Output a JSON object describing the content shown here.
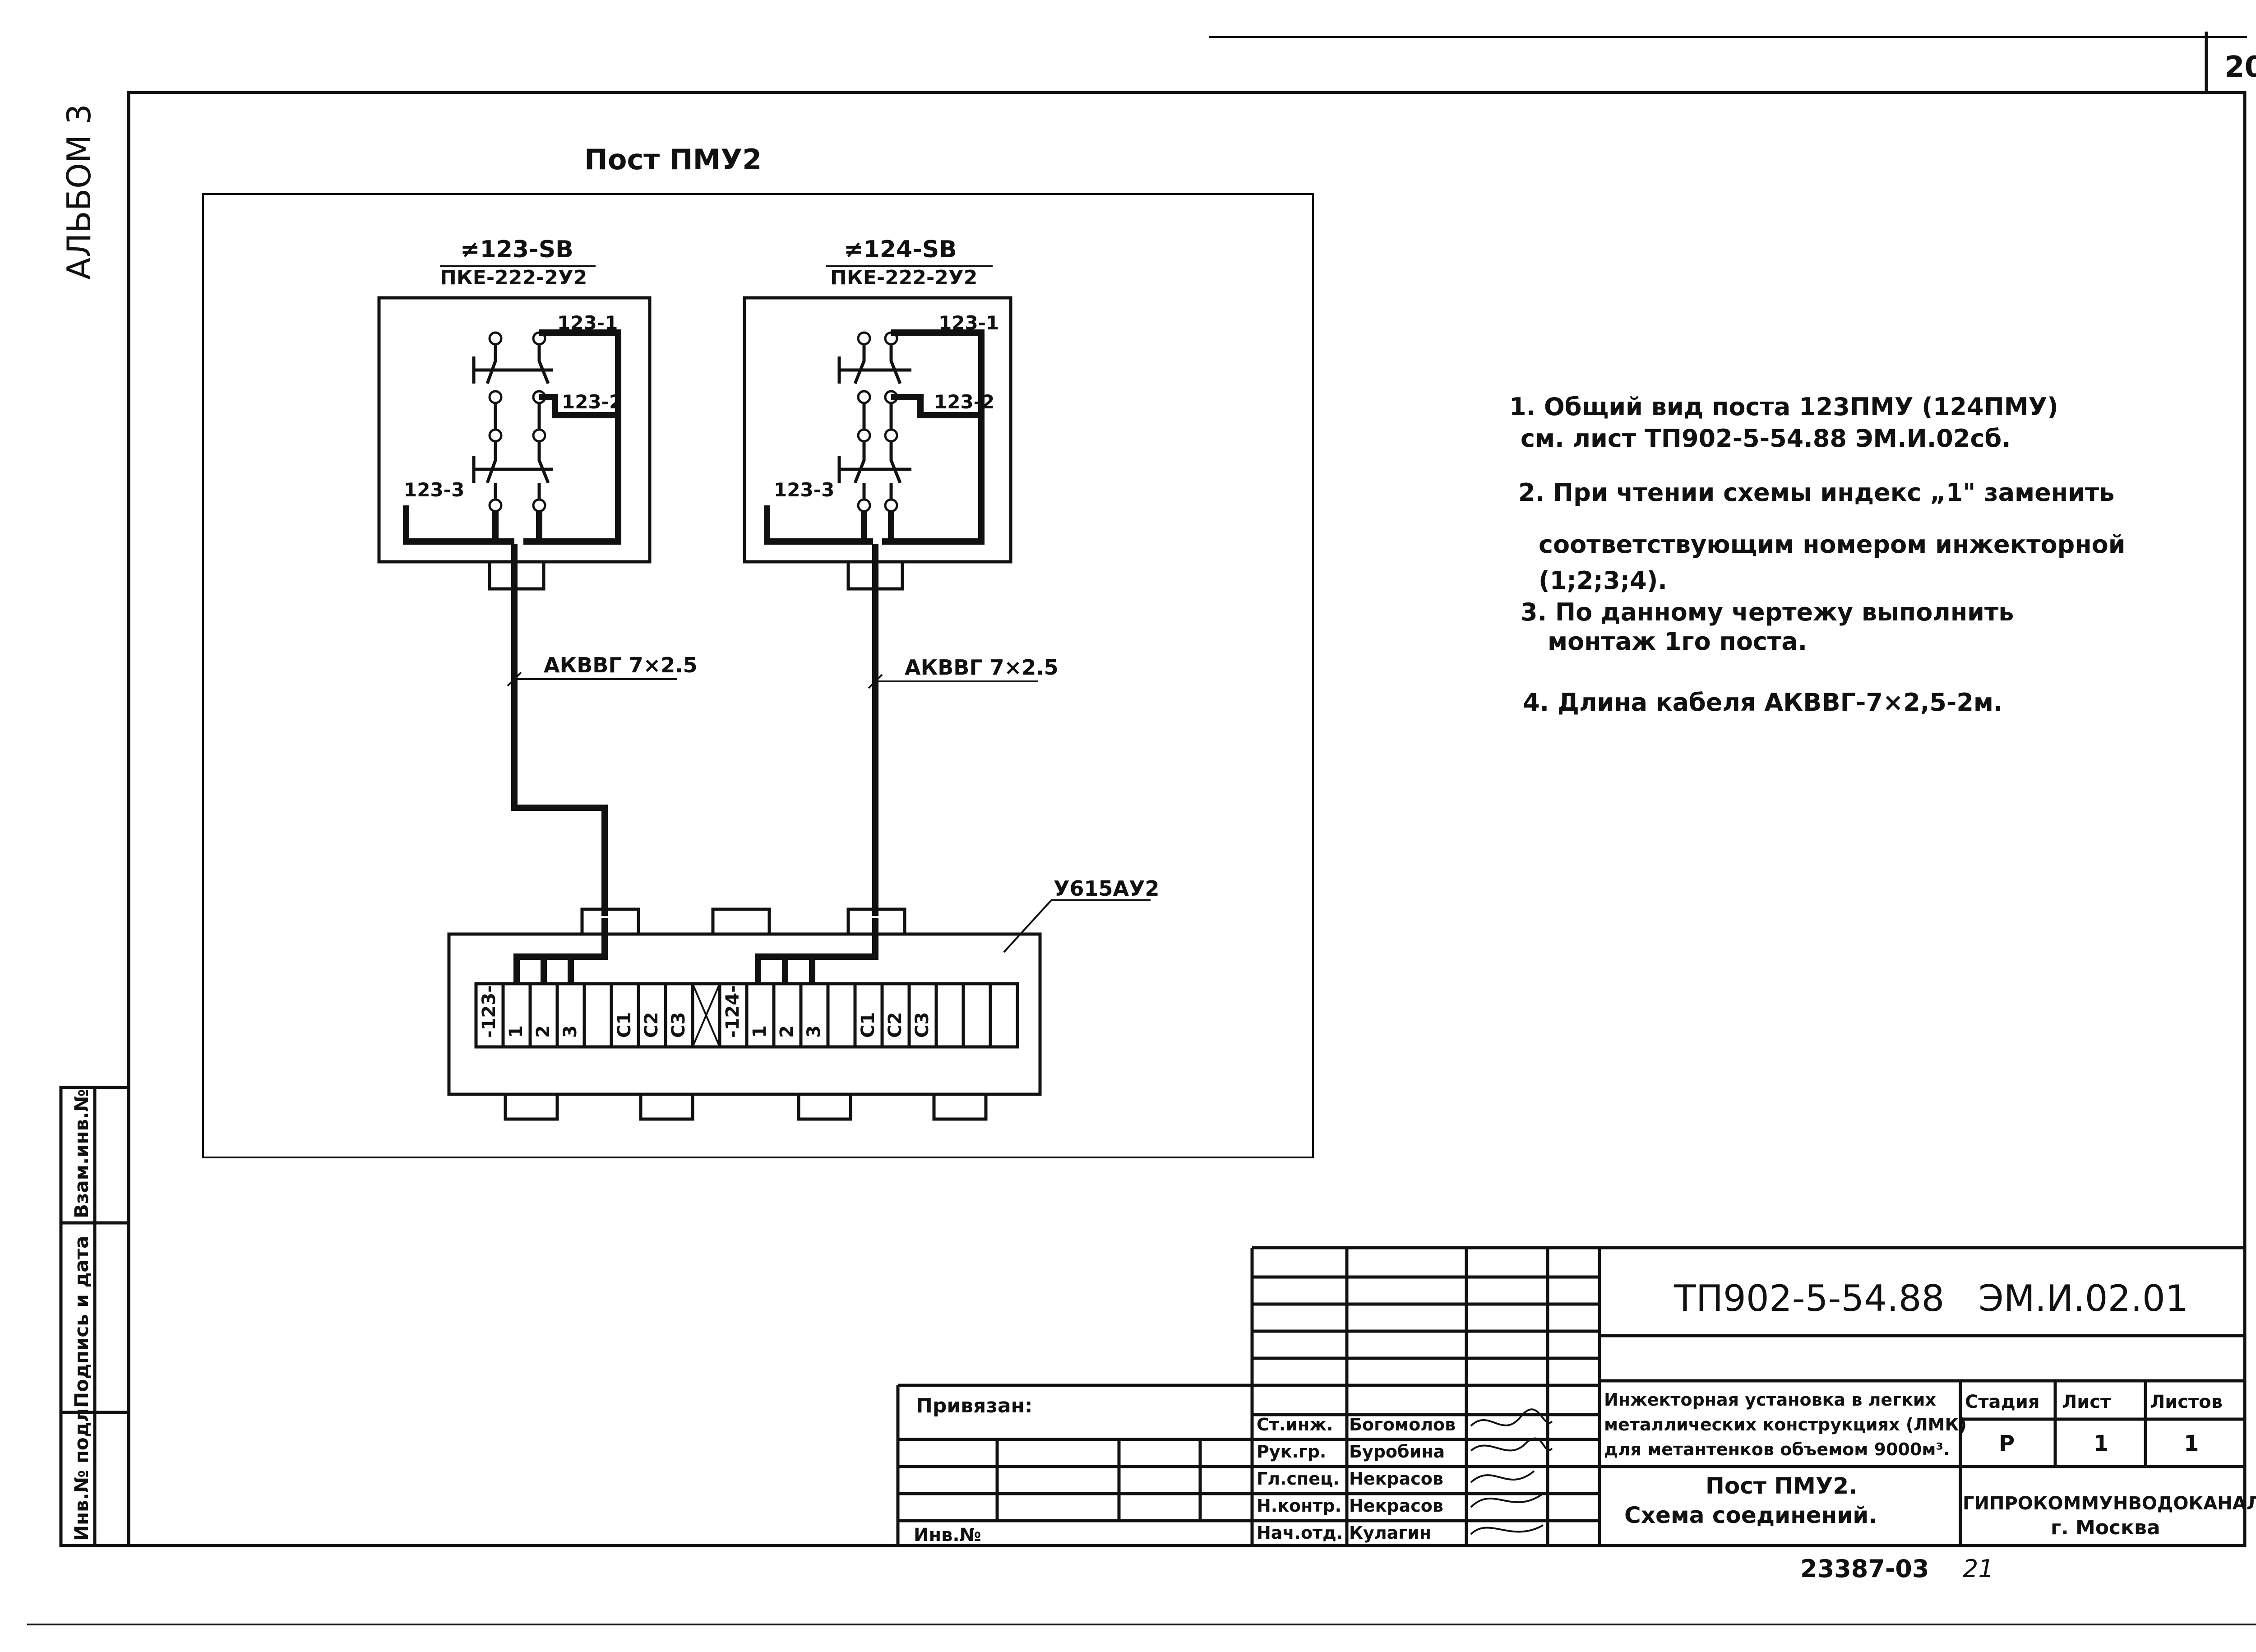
{
  "sheet": {
    "sheet_number": "20",
    "album": "АЛЬБОМ 3",
    "post_title": "Пост ПМУ2",
    "side_stamp": [
      "Инв.№ подл.",
      "Подпись и дата",
      "Взам.инв.№"
    ]
  },
  "posts": [
    {
      "designator": "≠123-SB",
      "type": "ПКЕ-222-2У2",
      "labels": [
        "123-1",
        "123-2",
        "123-3"
      ],
      "cable": "АКВВГ 7×2.5"
    },
    {
      "designator": "≠124-SB",
      "type": "ПКЕ-222-2У2",
      "labels": [
        "123-1",
        "123-2",
        "123-3"
      ],
      "cable": "АКВВГ 7×2.5"
    }
  ],
  "terminal_box": {
    "type": "У615АУ2",
    "terminals": [
      "-123-",
      "1",
      "2",
      "3",
      "",
      "С1",
      "С2",
      "С3",
      "",
      "-124-",
      "1",
      "2",
      "3",
      "",
      "С1",
      "С2",
      "С3",
      "",
      "",
      ""
    ]
  },
  "notes": [
    "1. Общий вид поста 123ПМУ (124ПМУ)",
    "см. лист ТП902-5-54.88 ЭМ.И.02сб.",
    "2. При чтении схемы индекс „1\" заменить",
    "соответствующим номером инжекторной",
    "(1;2;3;4).",
    "3. По данному чертежу выполнить",
    "монтаж 1го поста.",
    "4. Длина кабеля АКВВГ-7×2,5-2м."
  ],
  "title_block": {
    "doc_code": "ТП902-5-54.88",
    "doc_suffix": "ЭМ.И.02.01",
    "description": [
      "Инжекторная установка в легких",
      "металлических конструкциях (ЛМК)",
      "для метантенков объемом 9000м³."
    ],
    "drawing_title": [
      "Пост ПМУ2.",
      "Схема соединений."
    ],
    "stage_label": "Стадия",
    "sheet_label": "Лист",
    "sheets_label": "Листов",
    "stage_value": "Р",
    "sheet_value": "1",
    "sheets_value": "1",
    "organization": [
      "ГИПРОКОММУНВОДОКАНАЛ",
      "г. Москва"
    ],
    "privyazan": "Привязан:",
    "inv_no": "Инв.№",
    "staff": [
      {
        "role": "Ст.инж.",
        "name": "Богомолов"
      },
      {
        "role": "Рук.гр.",
        "name": "Буробина"
      },
      {
        "role": "Гл.спец.",
        "name": "Некрасов"
      },
      {
        "role": "Н.контр.",
        "name": "Некрасов"
      },
      {
        "role": "Нач.отд.",
        "name": "Кулагин"
      }
    ],
    "archive_number": "23387-03",
    "archive_page": "21"
  }
}
